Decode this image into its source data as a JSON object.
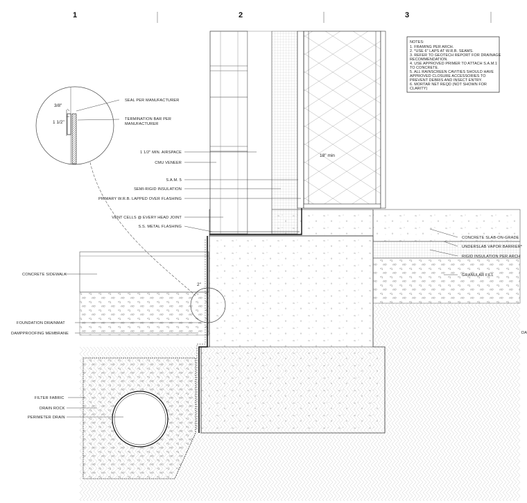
{
  "columns": [
    "1",
    "2",
    "3"
  ],
  "detail_labels": {
    "seal": "SEAL PER MANUFACTURER",
    "term_bar_1": "TERMINATION BAR PER",
    "term_bar_2": "MANUFACTURER",
    "dim_three_eighths": "3/8\"",
    "dim_one_half": "1 1/2\""
  },
  "wall_labels": [
    "1 1/2\" MIN. AIRSPACE",
    "CMU VENEER",
    "S.A.M. 5",
    "SEMI-RIGID INSULATION",
    "PRIMARY W.R.B. LAPPED OVER FLASHING",
    "VENT CELLS @ EVERY HEAD JOINT",
    "S.S. METAL FLASHING"
  ],
  "left_labels": [
    "CONCRETE SIDEWALK",
    "FOUNDATION DRAINMAT",
    "DAMPPROOFING MEMBRANE",
    "FILTER FABRIC",
    "DRAIN ROCK",
    "PERIMETER DRAIN"
  ],
  "right_labels": [
    "CONCRETE SLAB-ON-GRADE",
    "UNDERSLAB VAPOR BARRIER*",
    "RIGID INSULATION PER ARCH",
    "GRANULAR FILL"
  ],
  "cut_off_text": "DA",
  "dim_stud": "18\" min",
  "dim_two": "2\"",
  "notes": {
    "title": "NOTES:",
    "lines": [
      "1.  FRAMING PER ARCH.",
      "2.  *USE 6\" LAPS AT W.R.B. SEAMS.",
      "3.  REFER TO GEOTECH REPORT FOR DRAINAGE",
      "     RECOMMENDATION.",
      "4.  USE APPROVED PRIMER TO ATTACH S.A.M.1",
      "     TO CONCRETE.",
      "5.  ALL RAINSCREEN CAVITIES SHOULD HAVE",
      "     APPROVED CLOSURE ACCESSORIES TO",
      "     PREVENT DEBRIS AND INSECT ENTRY.",
      "6.  MORTAR NET REQD (NOT SHOWN FOR",
      "     CLARITY)"
    ]
  }
}
